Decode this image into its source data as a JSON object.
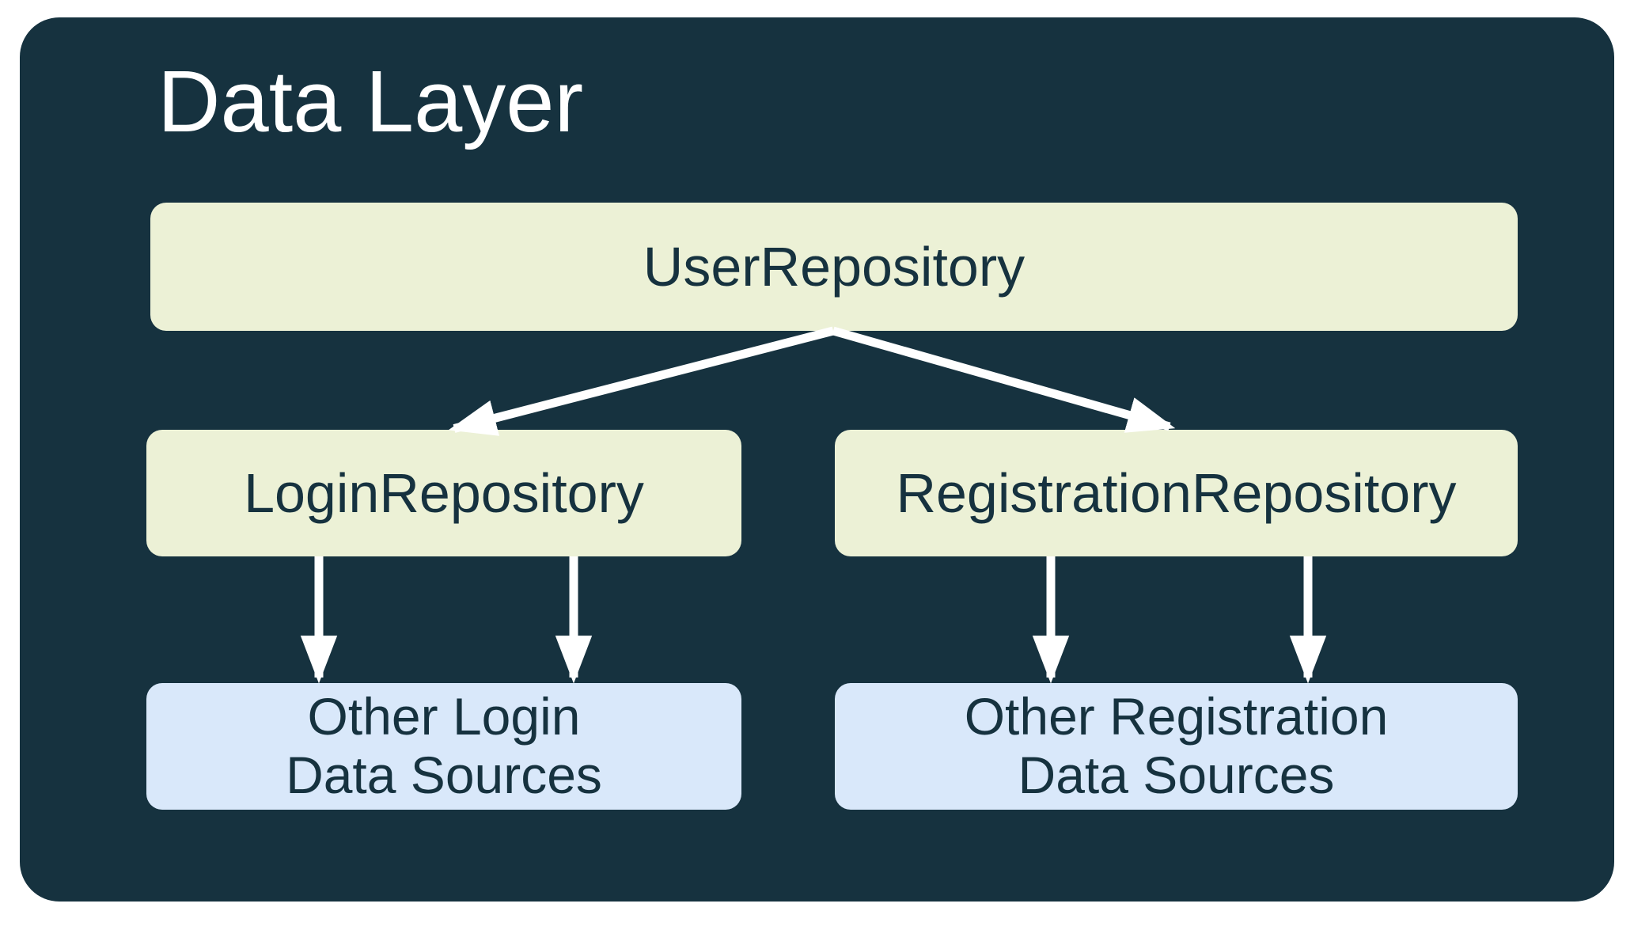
{
  "diagram": {
    "title": "Data Layer",
    "nodes": {
      "user_repository": {
        "label": "UserRepository",
        "type": "repository"
      },
      "login_repository": {
        "label": "LoginRepository",
        "type": "repository"
      },
      "registration_repository": {
        "label": "RegistrationRepository",
        "type": "repository"
      },
      "other_login_sources": {
        "label": "Other Login\nData Sources",
        "type": "data-source"
      },
      "other_registration_sources": {
        "label": "Other Registration\nData Sources",
        "type": "data-source"
      }
    },
    "edges": [
      {
        "from": "UserRepository",
        "to": "LoginRepository"
      },
      {
        "from": "UserRepository",
        "to": "RegistrationRepository"
      },
      {
        "from": "LoginRepository",
        "to": "Other Login Data Sources"
      },
      {
        "from": "LoginRepository",
        "to": "Other Login Data Sources"
      },
      {
        "from": "RegistrationRepository",
        "to": "Other Registration Data Sources"
      },
      {
        "from": "RegistrationRepository",
        "to": "Other Registration Data Sources"
      }
    ],
    "colors": {
      "canvas_background": "#FFFFFF",
      "container_background": "#16323F",
      "repository_box": "#ECF1D6",
      "data_source_box": "#D9E8FA",
      "box_text": "#16323F",
      "title_text": "#FFFFFF",
      "arrow": "#FFFFFF"
    }
  }
}
